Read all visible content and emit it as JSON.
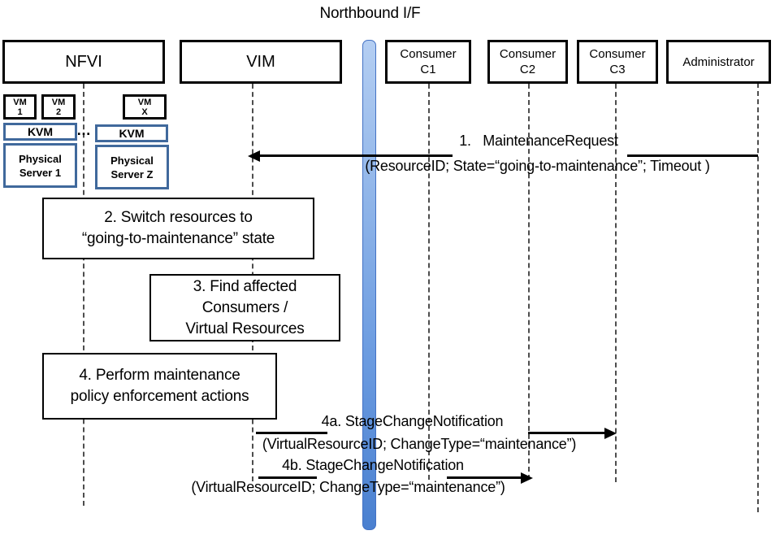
{
  "title": "Northbound I/F",
  "colors": {
    "bar_border": "#4472c4",
    "bar_fill_top": "#b4cef2",
    "bar_fill_bottom": "#4a80d0",
    "blue_box_border": "#40699c",
    "line_black": "#000000",
    "lifeline_gray": "#4d4d4d"
  },
  "headers": {
    "nfvi": "NFVI",
    "vim": "VIM",
    "consumers": [
      {
        "l1": "Consumer",
        "l2": "C1"
      },
      {
        "l1": "Consumer",
        "l2": "C2"
      },
      {
        "l1": "Consumer",
        "l2": "C3"
      }
    ],
    "admin": "Administrator"
  },
  "nfvi_detail": {
    "vms": [
      {
        "l1": "VM",
        "l2": "1"
      },
      {
        "l1": "VM",
        "l2": "2"
      },
      {
        "l1": "VM",
        "l2": "X"
      }
    ],
    "kvm1": "KVM",
    "kvm2": "KVM",
    "ellipsis": "…",
    "server1": {
      "l1": "Physical",
      "l2": "Server 1"
    },
    "server2": {
      "l1": "Physical",
      "l2": "Server Z"
    }
  },
  "activities": [
    {
      "lines": [
        "2. Switch resources to",
        "“going-to-maintenance” state"
      ]
    },
    {
      "lines": [
        "3. Find affected",
        "Consumers /",
        "Virtual Resources"
      ]
    },
    {
      "lines": [
        "4. Perform maintenance",
        "policy enforcement actions"
      ]
    }
  ],
  "messages": [
    {
      "name": "1.   MaintenanceRequest",
      "params": "(ResourceID; State=“going-to-maintenance”; Timeout )"
    },
    {
      "name": "4a. StageChangeNotification",
      "params": "(VirtualResourceID; ChangeType=“maintenance”)"
    },
    {
      "name": "4b. StageChangeNotification",
      "params": "(VirtualResourceID; ChangeType=“maintenance”)"
    }
  ]
}
